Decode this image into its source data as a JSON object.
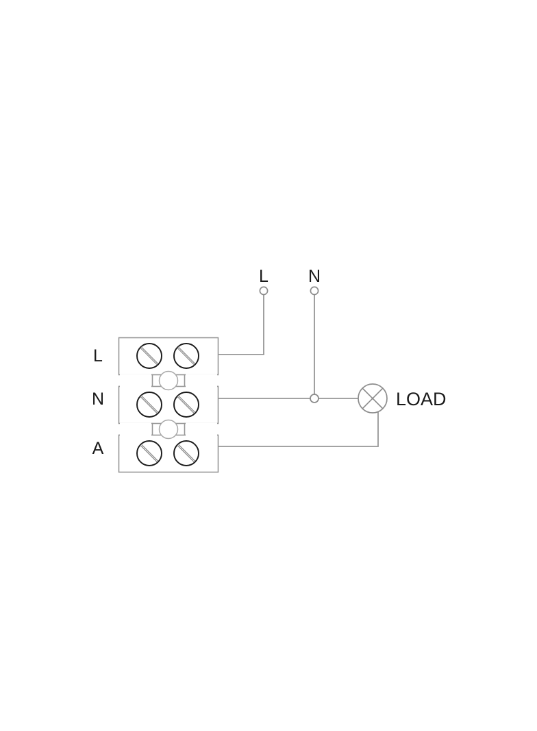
{
  "diagram": {
    "title": "Single-phase terminal block wiring diagram",
    "type": "electrical-wiring-schematic",
    "background_color": "#ffffff",
    "line_color": "#969696",
    "screw_outline_color": "#1a1a1a",
    "text_color": "#1a1a1a",
    "terminal_block": {
      "rows": [
        {
          "label": "L",
          "name": "live",
          "screw_count": 2
        },
        {
          "label": "N",
          "name": "neutral",
          "screw_count": 2
        },
        {
          "label": "A",
          "name": "auxiliary",
          "screw_count": 2
        }
      ],
      "mounting_holes": 2
    },
    "supply_terminals": [
      {
        "label": "L",
        "name": "supply-live"
      },
      {
        "label": "N",
        "name": "supply-neutral"
      }
    ],
    "load": {
      "label": "LOAD",
      "symbol": "lamp-crossed-circle"
    },
    "junctions": [
      {
        "name": "neutral-junction",
        "label": ""
      }
    ],
    "wires": [
      {
        "name": "wire-l-row-to-supply-l",
        "from": "L row",
        "to": "supply L"
      },
      {
        "name": "wire-n-row-to-load",
        "from": "N row",
        "to": "LOAD"
      },
      {
        "name": "wire-supply-n-to-junction",
        "from": "supply N",
        "to": "neutral junction"
      },
      {
        "name": "wire-a-row-to-load",
        "from": "A row",
        "to": "LOAD"
      }
    ]
  }
}
